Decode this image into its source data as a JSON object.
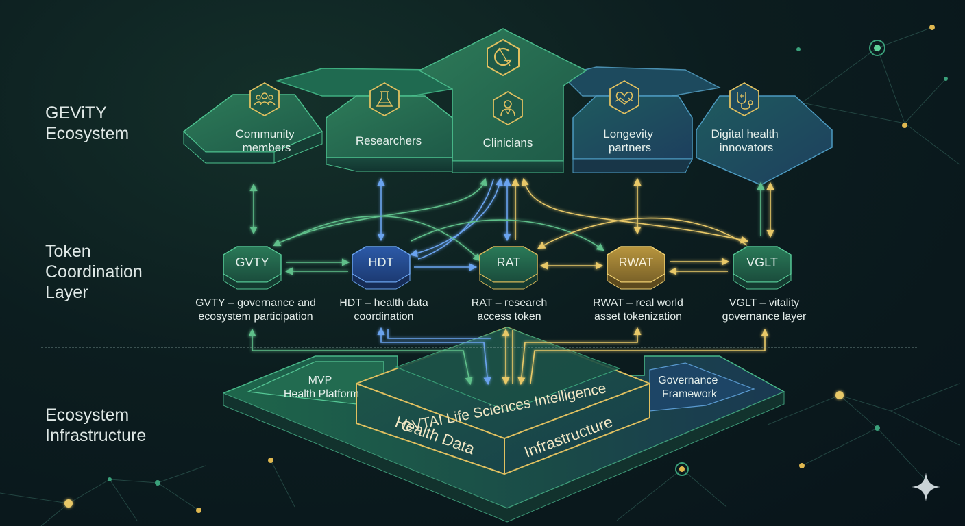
{
  "layers": {
    "ecosystem": "GEViTY\nEcosystem",
    "tokens": "Token\nCoordination\nLayer",
    "infrastructure": "Ecosystem\nInfrastructure"
  },
  "stakeholders": {
    "community": "Community\nmembers",
    "researchers": "Researchers",
    "clinicians": "Clinicians",
    "longevity": "Longevity\npartners",
    "digital": "Digital health\ninnovators"
  },
  "tokens": {
    "gvty": {
      "label": "GVTY",
      "desc": "GVTY – governance and\necosystem participation"
    },
    "hdt": {
      "label": "HDT",
      "desc": "HDT – health data\ncoordination"
    },
    "rat": {
      "label": "RAT",
      "desc": "RAT – research\naccess token"
    },
    "rwat": {
      "label": "RWAT",
      "desc": "RWAT – real world\nasset tokenization"
    },
    "vglt": {
      "label": "VGLT",
      "desc": "VGLT – vitality\ngovernance layer"
    }
  },
  "infrastructure": {
    "mvp": "MVP\nHealth Platform",
    "governance": "Governance\nFramework",
    "gvtai": "GVTAI Life Sciences Intelligence",
    "health_data": "Health Data",
    "infra": "Infrastructure"
  },
  "colors": {
    "green": "#3f8f66",
    "blue": "#4f86d6",
    "gold": "#d8b85a",
    "teal": "#2f7d72"
  },
  "icons": [
    "community-icon",
    "flask-icon",
    "clinician-icon",
    "handshake-heart-icon",
    "stethoscope-icon",
    "gevity-logo-icon",
    "sparkle-star-icon"
  ]
}
